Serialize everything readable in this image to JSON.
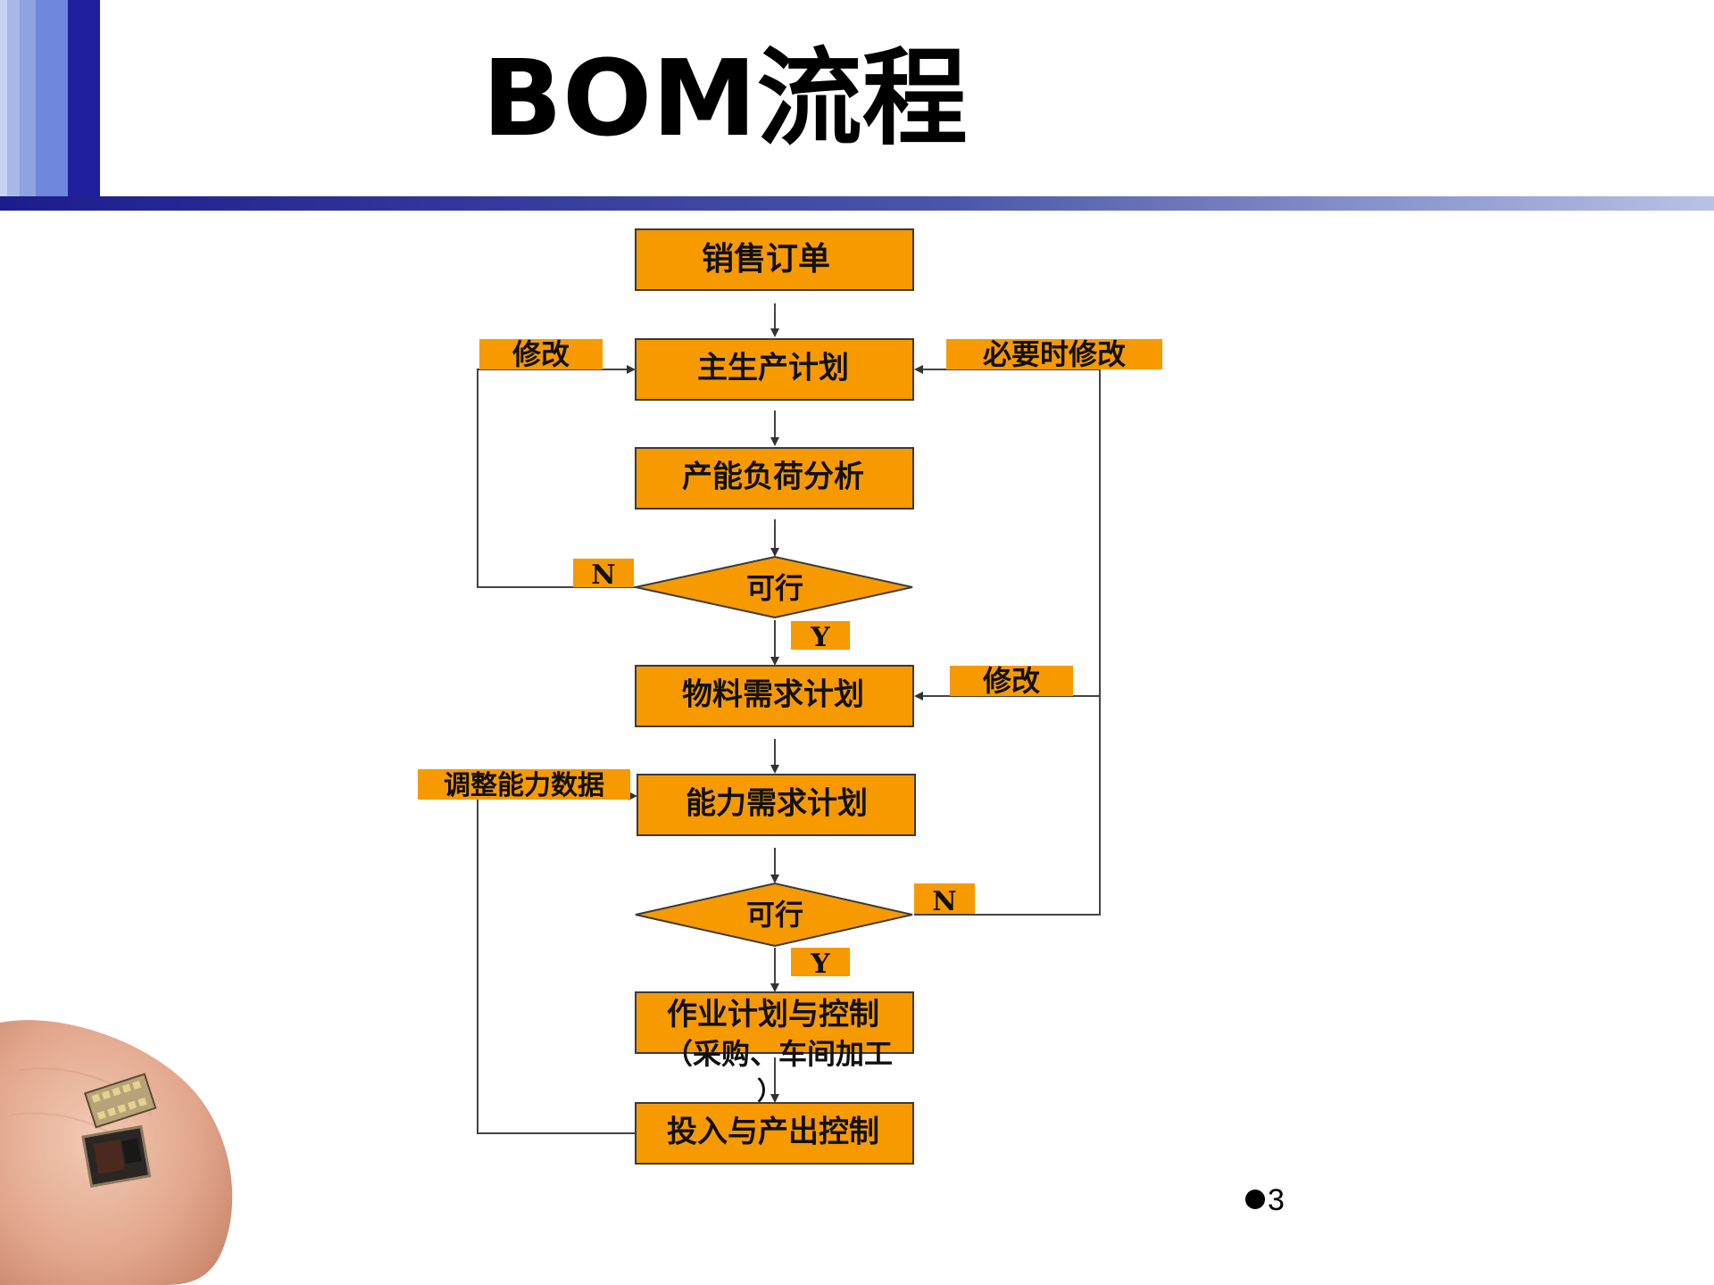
{
  "slide": {
    "title": "BOM流程",
    "page_number": "3"
  },
  "colors": {
    "node_fill": "#f79a00",
    "node_border": "#3a3a3a",
    "accent_blue": "#1f1f9e",
    "rule_dark": "#1c1c8c",
    "rule_light": "#b9c2e6"
  },
  "flow": {
    "sales_order": "销售订单",
    "master_plan": "主生产计划",
    "capacity_load": "产能负荷分析",
    "feasible_1": "可行",
    "material_plan": "物料需求计划",
    "capacity_plan": "能力需求计划",
    "feasible_2": "可行",
    "job_plan_line1": "作业计划与控制",
    "job_plan_line2": "（采购、车间加工",
    "job_plan_line3": "）",
    "io_control": "投入与产出控制"
  },
  "tags": {
    "modify_left": "修改",
    "modify_when_needed": "必要时修改",
    "no_1": "N",
    "yes_1": "Y",
    "modify_right": "修改",
    "adjust_capacity": "调整能力数据",
    "no_2": "N",
    "yes_2": "Y"
  },
  "icons": {
    "corner_image": "finger-with-chip-image"
  }
}
